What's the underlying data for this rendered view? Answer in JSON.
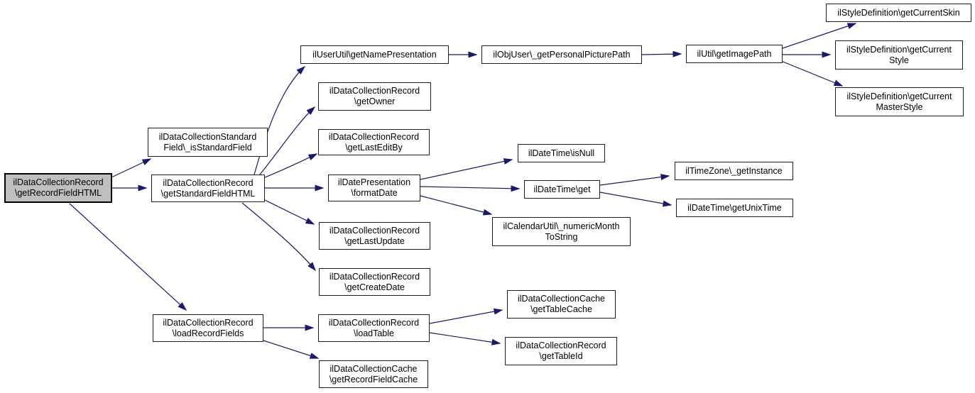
{
  "graph": {
    "type": "call-graph",
    "colors": {
      "edge": "#191970",
      "node_border": "#1c1c1c",
      "node_fill": "#ffffff",
      "highlight_fill": "#bfbfbf",
      "background": "#ffffff"
    },
    "nodes": {
      "getRecordFieldHTML": {
        "line1": "ilDataCollectionRecord",
        "line2": "\\getRecordFieldHTML",
        "highlighted": true
      },
      "isStandardField": {
        "line1": "ilDataCollectionStandard",
        "line2": "Field\\_isStandardField"
      },
      "getStandardFieldHTML": {
        "line1": "ilDataCollectionRecord",
        "line2": "\\getStandardFieldHTML"
      },
      "loadRecordFields": {
        "line1": "ilDataCollectionRecord",
        "line2": "\\loadRecordFields"
      },
      "getNamePresentation": {
        "line1": "ilUserUtil\\getNamePresentation"
      },
      "getOwner": {
        "line1": "ilDataCollectionRecord",
        "line2": "\\getOwner"
      },
      "getLastEditBy": {
        "line1": "ilDataCollectionRecord",
        "line2": "\\getLastEditBy"
      },
      "formatDate": {
        "line1": "ilDatePresentation",
        "line2": "\\formatDate"
      },
      "getLastUpdate": {
        "line1": "ilDataCollectionRecord",
        "line2": "\\getLastUpdate"
      },
      "getCreateDate": {
        "line1": "ilDataCollectionRecord",
        "line2": "\\getCreateDate"
      },
      "loadTable": {
        "line1": "ilDataCollectionRecord",
        "line2": "\\loadTable"
      },
      "getRecordFieldCache": {
        "line1": "ilDataCollectionCache",
        "line2": "\\getRecordFieldCache"
      },
      "getPersonalPicturePath": {
        "line1": "ilObjUser\\_getPersonalPicturePath"
      },
      "isNull": {
        "line1": "ilDateTime\\isNull"
      },
      "dateTimeGet": {
        "line1": "ilDateTime\\get"
      },
      "numericMonthToString": {
        "line1": "ilCalendarUtil\\_numericMonth",
        "line2": "ToString"
      },
      "getTableCache": {
        "line1": "ilDataCollectionCache",
        "line2": "\\getTableCache"
      },
      "getTableId": {
        "line1": "ilDataCollectionRecord",
        "line2": "\\getTableId"
      },
      "getImagePath": {
        "line1": "ilUtil\\getImagePath"
      },
      "getInstance": {
        "line1": "ilTimeZone\\_getInstance"
      },
      "getUnixTime": {
        "line1": "ilDateTime\\getUnixTime"
      },
      "getCurrentSkin": {
        "line1": "ilStyleDefinition\\getCurrentSkin"
      },
      "getCurrentStyle": {
        "line1": "ilStyleDefinition\\getCurrent",
        "line2": "Style"
      },
      "getCurrentMasterStyle": {
        "line1": "ilStyleDefinition\\getCurrent",
        "line2": "MasterStyle"
      }
    },
    "edges": [
      {
        "from": "getRecordFieldHTML",
        "to": "isStandardField"
      },
      {
        "from": "getRecordFieldHTML",
        "to": "getStandardFieldHTML"
      },
      {
        "from": "getRecordFieldHTML",
        "to": "loadRecordFields"
      },
      {
        "from": "getStandardFieldHTML",
        "to": "getNamePresentation"
      },
      {
        "from": "getStandardFieldHTML",
        "to": "getOwner"
      },
      {
        "from": "getStandardFieldHTML",
        "to": "getLastEditBy"
      },
      {
        "from": "getStandardFieldHTML",
        "to": "formatDate"
      },
      {
        "from": "getStandardFieldHTML",
        "to": "getLastUpdate"
      },
      {
        "from": "getStandardFieldHTML",
        "to": "getCreateDate"
      },
      {
        "from": "getNamePresentation",
        "to": "getPersonalPicturePath"
      },
      {
        "from": "getPersonalPicturePath",
        "to": "getImagePath"
      },
      {
        "from": "getImagePath",
        "to": "getCurrentSkin"
      },
      {
        "from": "getImagePath",
        "to": "getCurrentStyle"
      },
      {
        "from": "getImagePath",
        "to": "getCurrentMasterStyle"
      },
      {
        "from": "formatDate",
        "to": "isNull"
      },
      {
        "from": "formatDate",
        "to": "dateTimeGet"
      },
      {
        "from": "formatDate",
        "to": "numericMonthToString"
      },
      {
        "from": "dateTimeGet",
        "to": "getInstance"
      },
      {
        "from": "dateTimeGet",
        "to": "getUnixTime"
      },
      {
        "from": "loadRecordFields",
        "to": "loadTable"
      },
      {
        "from": "loadRecordFields",
        "to": "getRecordFieldCache"
      },
      {
        "from": "loadTable",
        "to": "getTableCache"
      },
      {
        "from": "loadTable",
        "to": "getTableId"
      }
    ]
  }
}
